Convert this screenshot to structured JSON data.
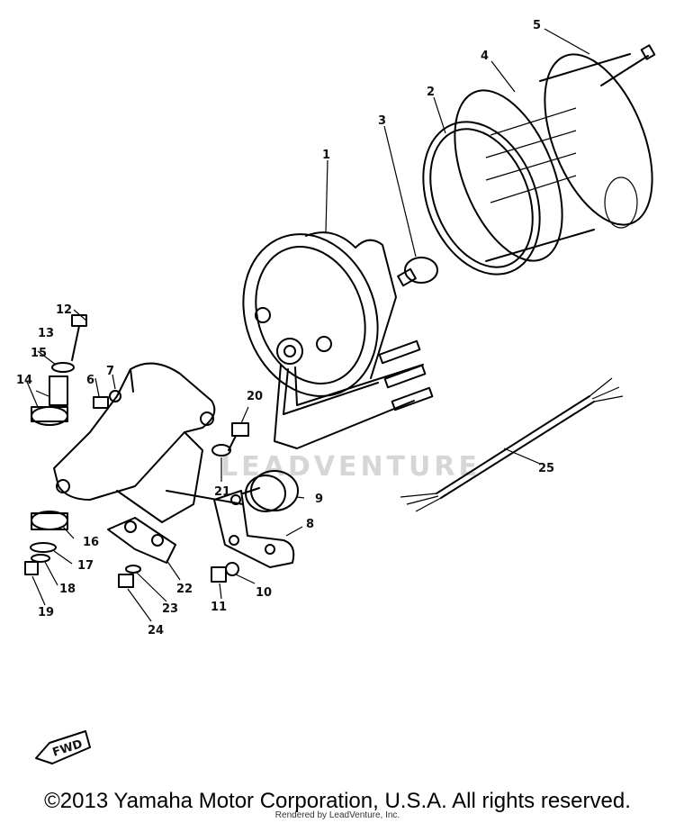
{
  "diagram": {
    "watermark": "LEADVENTURE",
    "fwd_label": "FWD",
    "callouts": [
      "1",
      "2",
      "3",
      "4",
      "5",
      "6",
      "7",
      "8",
      "9",
      "10",
      "11",
      "12",
      "13",
      "14",
      "15",
      "16",
      "17",
      "18",
      "19",
      "20",
      "21",
      "22",
      "23",
      "24",
      "25"
    ]
  },
  "footer": {
    "copyright": "©2013 Yamaha Motor Corporation, U.S.A. All rights reserved.",
    "rendered_by": "Rendered by LeadVenture, Inc."
  }
}
